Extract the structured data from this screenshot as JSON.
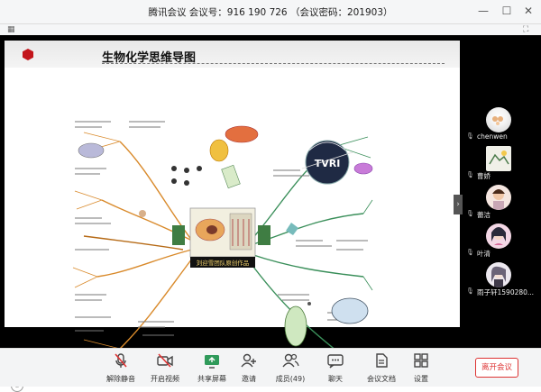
{
  "window": {
    "title": "腾讯会议  会议号：916 190 726   （会议密码：201903）",
    "minimize_icon": "minimize-icon",
    "maximize_icon": "maximize-icon",
    "close_icon": "close-icon"
  },
  "slide": {
    "title": "生物化学思维导图",
    "center_banner": "刘迎雪团队原创作品",
    "logo_text": "TVRI",
    "accent_color": "#c3151b"
  },
  "participants": [
    {
      "name": "chenwen"
    },
    {
      "name": "曹娇"
    },
    {
      "name": "蕾洁"
    },
    {
      "name": "叶清"
    },
    {
      "name": "雨子轩1590280..."
    }
  ],
  "toolbar": {
    "items": [
      {
        "label": "解除静音",
        "icon": "mic-muted-icon"
      },
      {
        "label": "开启视频",
        "icon": "camera-off-icon"
      },
      {
        "label": "共享屏幕",
        "icon": "share-screen-icon"
      },
      {
        "label": "邀请",
        "icon": "invite-icon"
      },
      {
        "label": "成员(49)",
        "icon": "members-icon"
      },
      {
        "label": "聊天",
        "icon": "chat-icon"
      },
      {
        "label": "会议文档",
        "icon": "document-icon"
      },
      {
        "label": "设置",
        "icon": "settings-icon"
      }
    ],
    "leave_label": "离开会议",
    "leave_color": "#d33333"
  }
}
